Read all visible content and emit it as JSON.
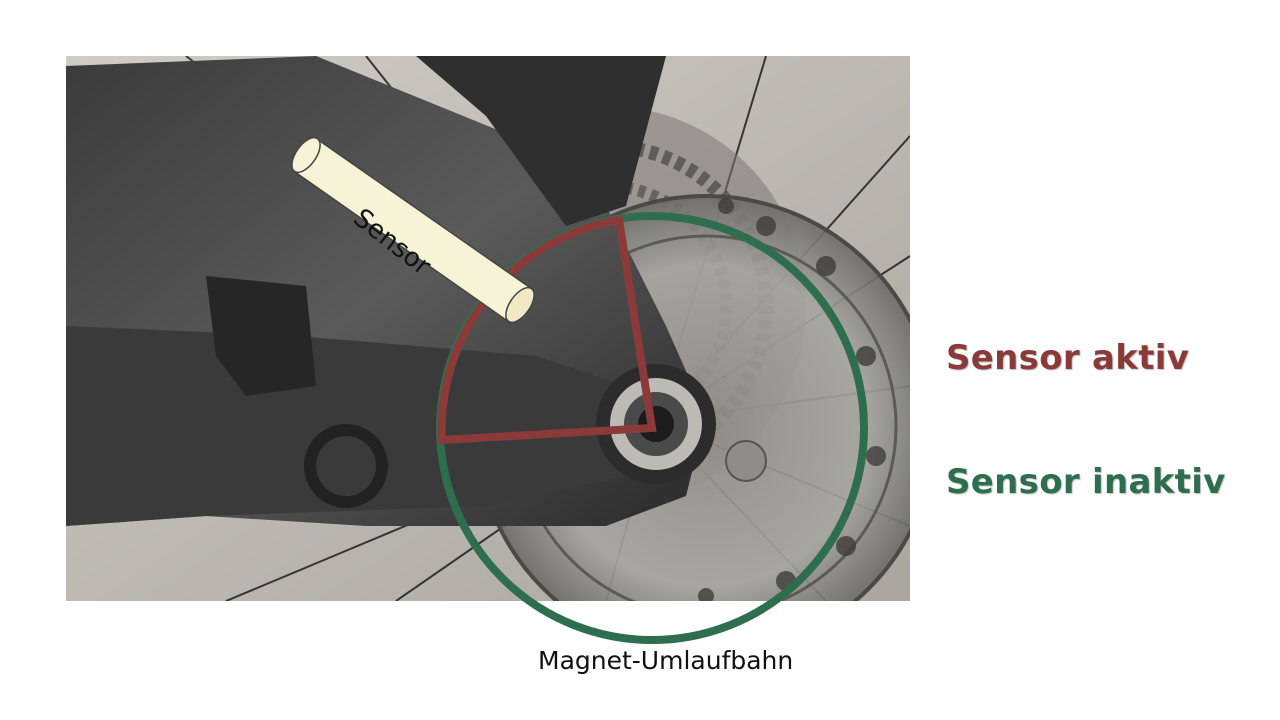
{
  "labels": {
    "sensor": "Sensor",
    "active": "Sensor aktiv",
    "inactive": "Sensor inaktiv",
    "orbit": "Magnet-Umlaufbahn"
  },
  "colors": {
    "active": "#8b3a3a",
    "inactive": "#2e6e4e",
    "sensor_fill": "#f7f3d6"
  },
  "photo": {
    "subject": "bicycle rear dropout with disc brake rotor, cassette and thru-axle",
    "tone": "grayscale"
  }
}
